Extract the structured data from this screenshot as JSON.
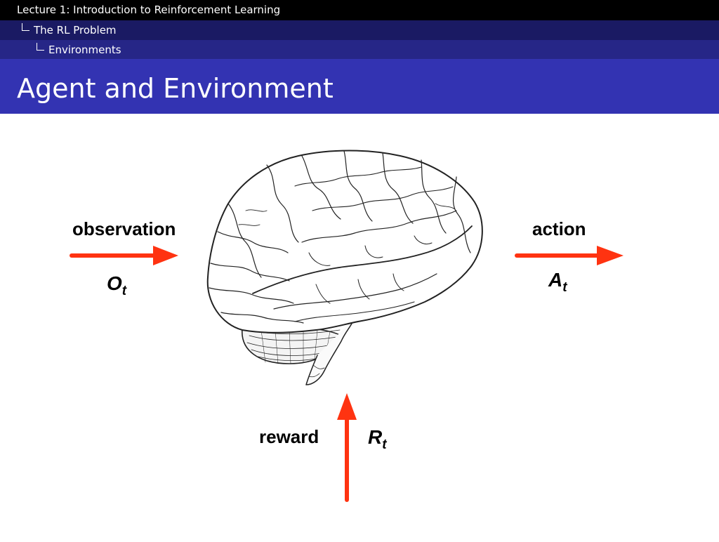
{
  "breadcrumb": {
    "lecture": "Lecture 1: Introduction to Reinforcement Learning",
    "section": "The RL Problem",
    "subsection": "Environments"
  },
  "slide": {
    "title": "Agent and Environment"
  },
  "diagram": {
    "observation": {
      "word": "observation",
      "symbol": "O",
      "subscript": "t"
    },
    "action": {
      "word": "action",
      "symbol": "A",
      "subscript": "t"
    },
    "reward": {
      "word": "reward",
      "symbol": "R",
      "subscript": "t"
    },
    "arrow_color": "#ff3311",
    "brain_icon": "brain-icon"
  }
}
